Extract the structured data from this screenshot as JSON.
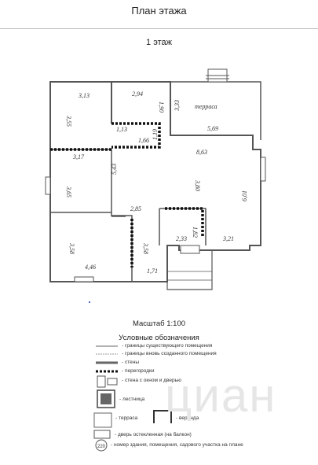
{
  "title": "План этажа",
  "floor": "1 этаж",
  "plan": {
    "terrace_label": "терраса",
    "dimensions": {
      "d1": "3,13",
      "d2": "3,55",
      "d3": "2,94",
      "d4": "1,90",
      "d5": "3,33",
      "d6": "5,69",
      "d7": "1,13",
      "d8": "1,66",
      "d9": "1,19",
      "d10": "3,17",
      "d11": "5,43",
      "d12": "8,63",
      "d13": "3,65",
      "d14": "3,80",
      "d15": "6,01",
      "d16": "2,85",
      "d17": "1,82",
      "d18": "2,33",
      "d19": "3,21",
      "d20": "3,58",
      "d21": "3,58",
      "d22": "4,46",
      "d23": "1,71"
    }
  },
  "scale": "Масштаб 1:100",
  "legend": {
    "title": "Условные обозначения",
    "items": [
      "- границы существующего помещения",
      "- границы вновь созданного помещения",
      "- стены",
      "- перегородки",
      "- стена с окном и дверью",
      "- лестница",
      "- терраса",
      "- веранда",
      "- дверь остекленная (на балкон)",
      "- номер здания, помещения, садового участка на плане"
    ],
    "number_badge": "220"
  },
  "watermark": "циан"
}
